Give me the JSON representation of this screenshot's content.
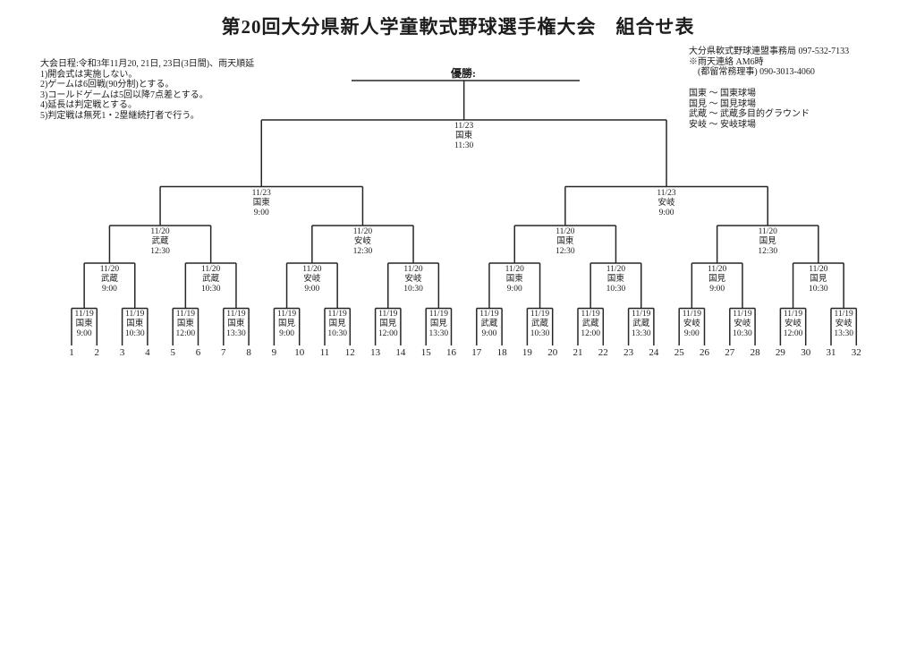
{
  "title": "第20回大分県新人学童軟式野球選手権大会　組合せ表",
  "champion_label": "優勝:",
  "notes": {
    "schedule": "大会日程:令和3年11月20, 21日, 23日(3日間)、雨天順延",
    "rules": [
      "1)開会式は実施しない。",
      "2)ゲームは6回戦(90分制)とする。",
      "3)コールドゲームは5回以降7点差とする。",
      "4)延長は判定戦とする。",
      "5)判定戦は無死1・2塁継続打者で行う。"
    ]
  },
  "contact": [
    "大分県軟式野球連盟事務局 097-532-7133",
    "※雨天連絡 AM6時",
    "(都留常務理事) 090-3013-4060"
  ],
  "venues": [
    "国東 ～ 国東球場",
    "国見 ～ 国見球場",
    "武蔵 ～ 武蔵多目的グラウンド",
    "安岐 ～ 安岐球場"
  ],
  "bracket": {
    "final": {
      "date": "11/23",
      "venue": "国東",
      "time": "11:30"
    },
    "semifinals": [
      {
        "date": "11/23",
        "venue": "国東",
        "time": "9:00"
      },
      {
        "date": "11/23",
        "venue": "安岐",
        "time": "9:00"
      }
    ],
    "quarterfinals": [
      {
        "date": "11/20",
        "venue": "武蔵",
        "time": "12:30"
      },
      {
        "date": "11/20",
        "venue": "安岐",
        "time": "12:30"
      },
      {
        "date": "11/20",
        "venue": "国東",
        "time": "12:30"
      },
      {
        "date": "11/20",
        "venue": "国見",
        "time": "12:30"
      }
    ],
    "round2": [
      {
        "date": "11/20",
        "venue": "武蔵",
        "time": "9:00"
      },
      {
        "date": "11/20",
        "venue": "武蔵",
        "time": "10:30"
      },
      {
        "date": "11/20",
        "venue": "安岐",
        "time": "9:00"
      },
      {
        "date": "11/20",
        "venue": "安岐",
        "time": "10:30"
      },
      {
        "date": "11/20",
        "venue": "国東",
        "time": "9:00"
      },
      {
        "date": "11/20",
        "venue": "国東",
        "time": "10:30"
      },
      {
        "date": "11/20",
        "venue": "国見",
        "time": "9:00"
      },
      {
        "date": "11/20",
        "venue": "国見",
        "time": "10:30"
      }
    ],
    "round1": [
      {
        "date": "11/19",
        "venue": "国東",
        "time": "9:00"
      },
      {
        "date": "11/19",
        "venue": "国東",
        "time": "10:30"
      },
      {
        "date": "11/19",
        "venue": "国東",
        "time": "12:00"
      },
      {
        "date": "11/19",
        "venue": "国東",
        "time": "13:30"
      },
      {
        "date": "11/19",
        "venue": "国見",
        "time": "9:00"
      },
      {
        "date": "11/19",
        "venue": "国見",
        "time": "10:30"
      },
      {
        "date": "11/19",
        "venue": "国見",
        "time": "12:00"
      },
      {
        "date": "11/19",
        "venue": "国見",
        "time": "13:30"
      },
      {
        "date": "11/19",
        "venue": "武蔵",
        "time": "9:00"
      },
      {
        "date": "11/19",
        "venue": "武蔵",
        "time": "10:30"
      },
      {
        "date": "11/19",
        "venue": "武蔵",
        "time": "12:00"
      },
      {
        "date": "11/19",
        "venue": "武蔵",
        "time": "13:30"
      },
      {
        "date": "11/19",
        "venue": "安岐",
        "time": "9:00"
      },
      {
        "date": "11/19",
        "venue": "安岐",
        "time": "10:30"
      },
      {
        "date": "11/19",
        "venue": "安岐",
        "time": "12:00"
      },
      {
        "date": "11/19",
        "venue": "安岐",
        "time": "13:30"
      }
    ],
    "slots": [
      1,
      2,
      3,
      4,
      5,
      6,
      7,
      8,
      9,
      10,
      11,
      12,
      13,
      14,
      15,
      16,
      17,
      18,
      19,
      20,
      21,
      22,
      23,
      24,
      25,
      26,
      27,
      28,
      29,
      30,
      31,
      32
    ]
  },
  "colors": {
    "ink": "#1c1c1c",
    "line": "#262626",
    "paper": "#ffffff"
  }
}
